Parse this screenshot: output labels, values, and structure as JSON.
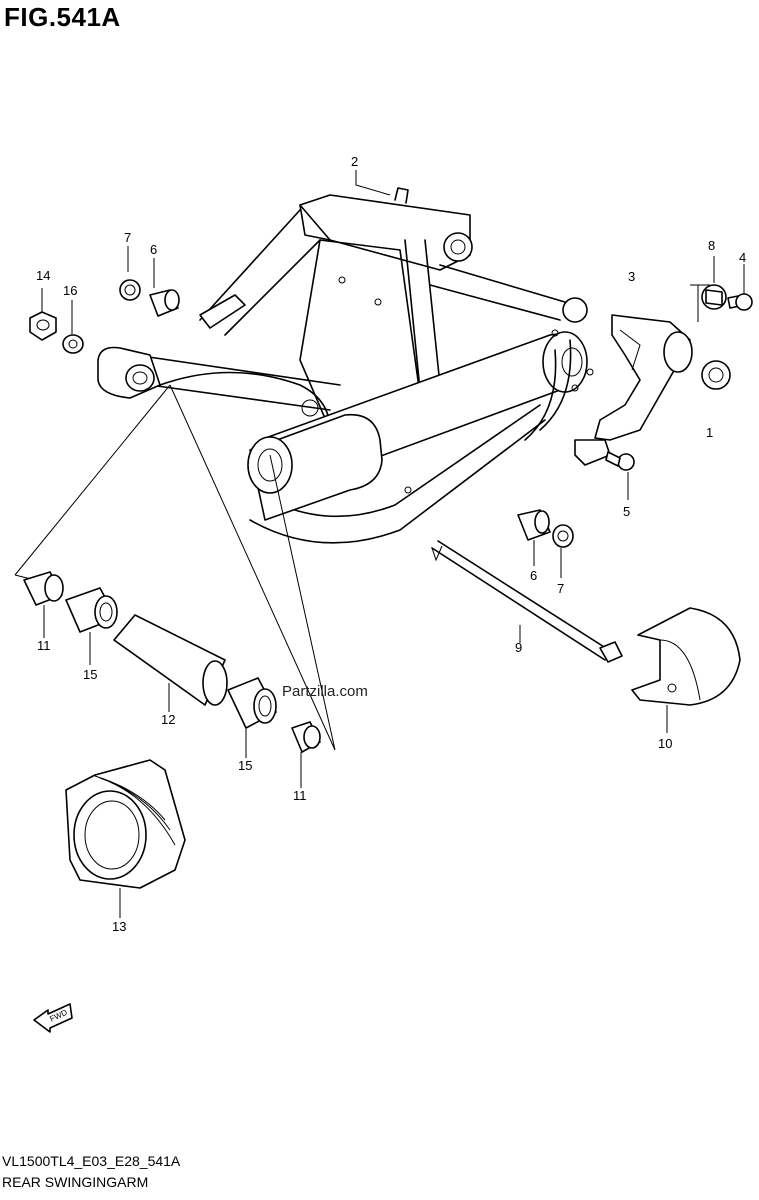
{
  "header": {
    "title": "FIG.541A"
  },
  "footer": {
    "code": "VL1500TL4_E03_E28_541A",
    "name": "REAR SWINGINGARM"
  },
  "watermark": "Partzilla.com",
  "fwd_label": "FWD",
  "callouts": {
    "c1": "1",
    "c2": "2",
    "c3": "3",
    "c4": "4",
    "c5": "5",
    "c6a": "6",
    "c6b": "6",
    "c7a": "7",
    "c7b": "7",
    "c8": "8",
    "c9": "9",
    "c10": "10",
    "c11a": "11",
    "c11b": "11",
    "c12": "12",
    "c13": "13",
    "c14": "14",
    "c15a": "15",
    "c15b": "15",
    "c16": "16"
  }
}
